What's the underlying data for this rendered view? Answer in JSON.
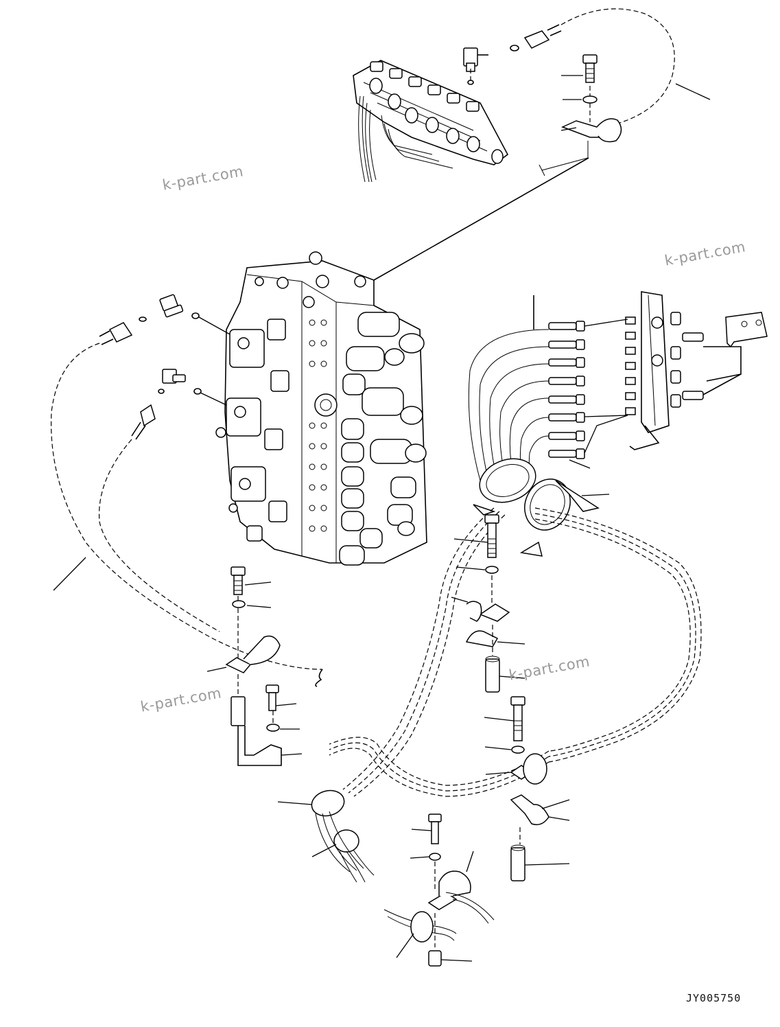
{
  "diagram": {
    "watermarks": [
      "k-part.com",
      "k-part.com",
      "k-part.com",
      "k-part.com"
    ],
    "drawing_code": "JY005750"
  },
  "colors": {
    "line": "#000000",
    "background": "#ffffff",
    "watermark": "#9a9a9a"
  }
}
